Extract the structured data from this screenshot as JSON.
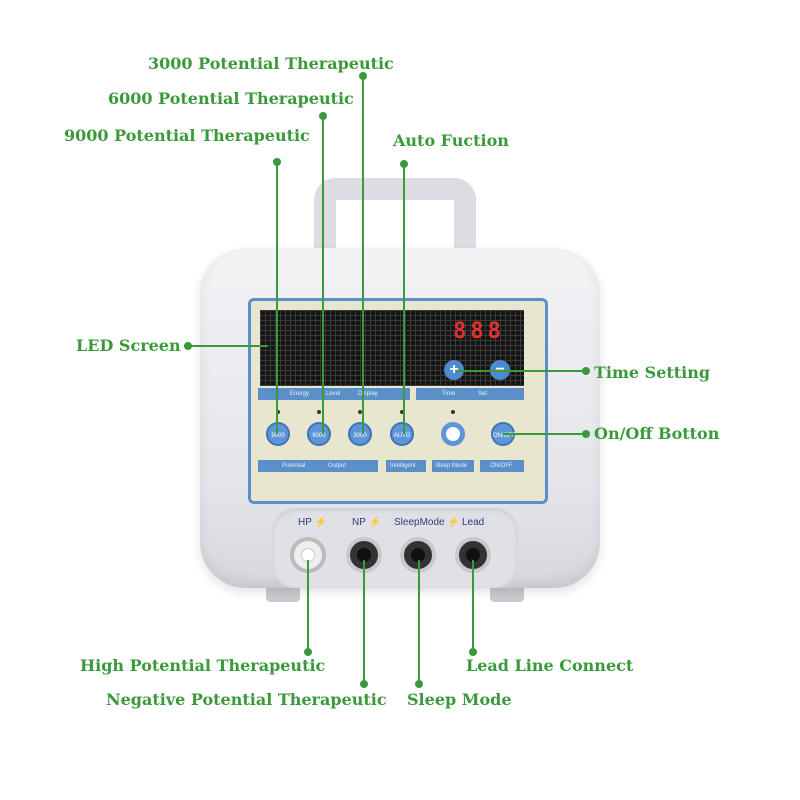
{
  "callouts": {
    "p3000": "3000 Potential Therapeutic",
    "p6000": "6000 Potential Therapeutic",
    "p9000": "9000 Potential Therapeutic",
    "auto": "Auto Fuction",
    "led_screen": "LED Screen",
    "time_setting": "Time Setting",
    "onoff": "On/Off Botton",
    "high_potential": "High Potential Therapeutic",
    "negative_potential": "Negative Potential Therapeutic",
    "lead_line": "Lead Line Connect",
    "sleep_mode": "Sleep Mode"
  },
  "display": {
    "digits": "888",
    "bar_labels": {
      "energy": "Energy",
      "level": "Level",
      "display": "Display",
      "time": "Time",
      "set": "Set"
    }
  },
  "buttons": {
    "b9000": "9000",
    "b6000": "6000",
    "b3000": "3000",
    "auto": "AUTO",
    "onoff": "ON/OFF",
    "plus": "+",
    "minus": "−"
  },
  "bottom_bar": {
    "potential": "Potential",
    "output": "Output",
    "intelligent": "Intelligent",
    "sleep_mode": "Sleep Mode",
    "onoff": "ON/OFF"
  },
  "jacks": {
    "hp": "HP",
    "np": "NP",
    "sleepmode": "SleepMode",
    "lead": "Lead",
    "bolt": "⚡"
  },
  "colors": {
    "callout_green": "#3a9a3a",
    "panel_blue": "#5b8fc9",
    "panel_beige": "#e9e6cf",
    "digit_red": "#e53030"
  }
}
